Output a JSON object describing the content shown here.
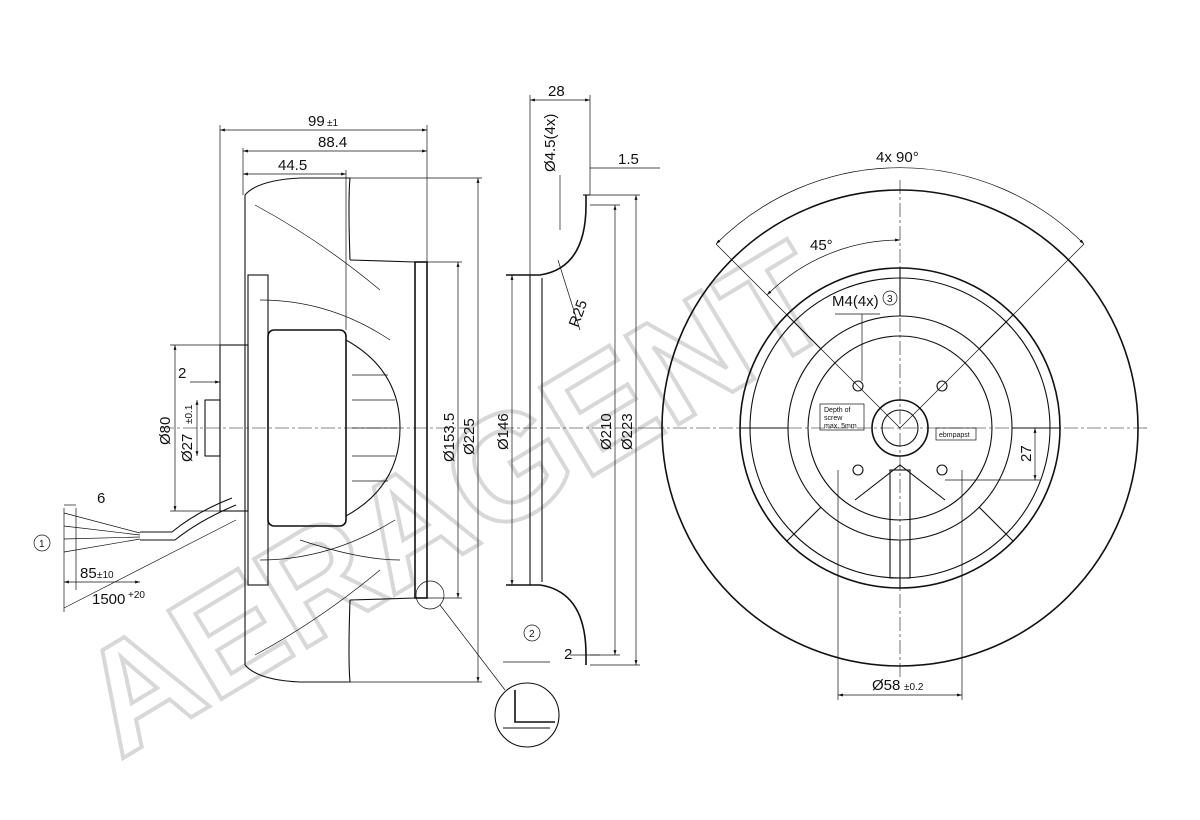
{
  "watermark": "AERAGENT",
  "side_view": {
    "dim_overall_width": "99",
    "dim_overall_width_tol": "±1",
    "dim_housing_width": "88.4",
    "dim_motor_offset": "44.5",
    "dim_flange_step": "2",
    "dim_hub_dia": "Ø80",
    "dim_shaft_dia": "Ø27",
    "dim_shaft_dia_tol": "±0.1",
    "dim_inlet_dia": "Ø153.5",
    "dim_outer_dia": "Ø225",
    "dim_cable_strip": "6",
    "dim_cable_lead": "85",
    "dim_cable_lead_tol": "±10",
    "dim_cable_length": "1500",
    "dim_cable_length_tol": "+20",
    "callout_cable": "1"
  },
  "nozzle_view": {
    "dim_depth": "28",
    "dim_hole": "Ø4.5(4x)",
    "dim_lip": "1.5",
    "dim_radius": "R25",
    "dim_throat_dia": "Ø146",
    "dim_ring_dia": "Ø210",
    "dim_flange_dia": "Ø223",
    "dim_flange_thk": "2",
    "callout_detail": "2"
  },
  "front_view": {
    "dim_angle_pattern": "4x 90°",
    "dim_angle_offset": "45°",
    "dim_thread": "M4(4x)",
    "callout_thread": "3",
    "dim_offset": "27",
    "dim_bolt_circle": "Ø58",
    "dim_bolt_circle_tol": "±0.2",
    "label_depth_line1": "Depth of",
    "label_depth_line2": "screw",
    "label_depth_line3": "max. 5mm",
    "label_brand": "ebmpapst"
  }
}
